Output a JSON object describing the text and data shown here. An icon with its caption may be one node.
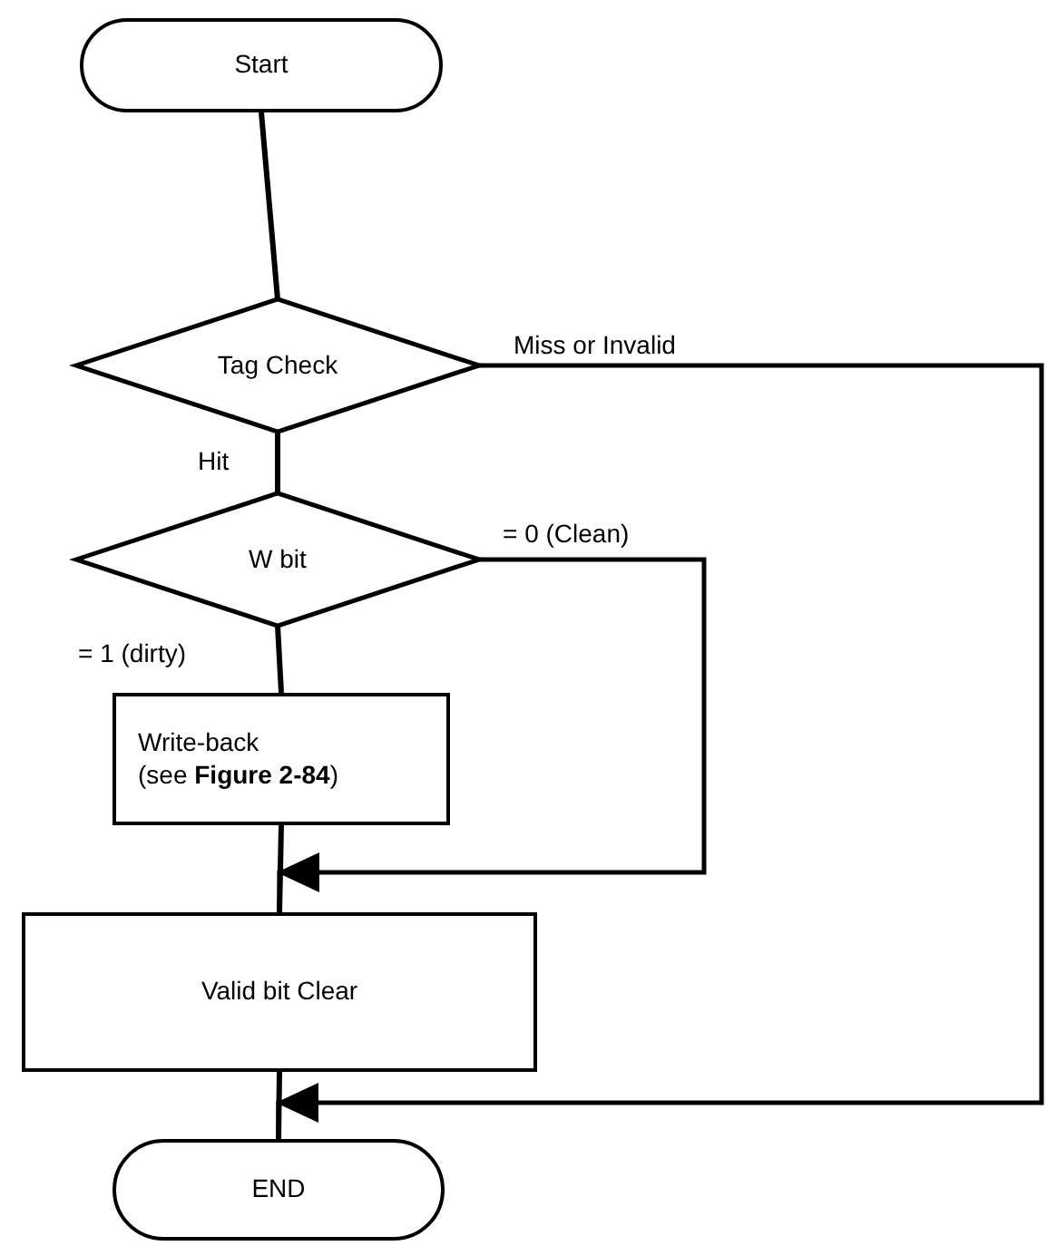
{
  "diagram": {
    "nodes": [
      {
        "text": [
          "Start"
        ]
      },
      {
        "text": [
          "Tag Check"
        ]
      },
      {
        "text": [
          "W bit"
        ]
      },
      {
        "text": [
          "Write-back (see **Figure 2-84**)"
        ]
      },
      {
        "text": [
          "Valid bit Clear"
        ]
      },
      {
        "text": [
          "END"
        ]
      }
    ],
    "edges": [
      {
        "from": 0,
        "to": 1,
        "arrow": "none"
      },
      {
        "from": 1,
        "to": 2,
        "arrow": "none",
        "label": "Hit"
      },
      {
        "from": 2,
        "to": 3,
        "arrow": "none",
        "label": "= 1 (dirty)"
      },
      {
        "from": 3,
        "to": 4,
        "arrow": "none"
      },
      {
        "from": 2,
        "to": 4,
        "arrow": "to",
        "label": "= 0 (Clean)"
      },
      {
        "from": 4,
        "to": 5,
        "arrow": "none"
      },
      {
        "from": 1,
        "to": 5,
        "arrow": "to",
        "label": "Miss or Invalid"
      }
    ]
  }
}
